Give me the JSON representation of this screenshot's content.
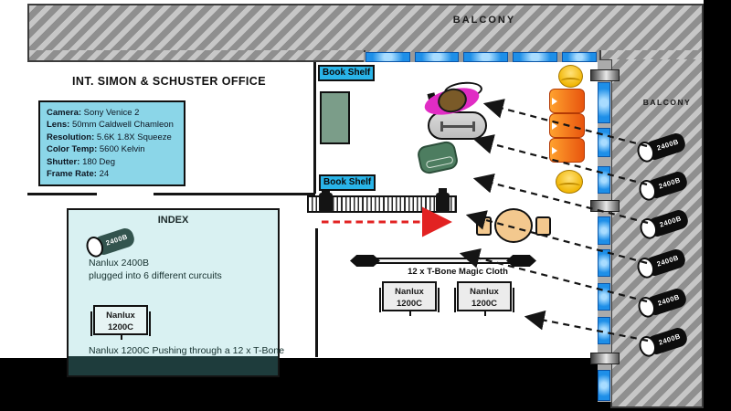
{
  "title": "INT. SIMON & SCHUSTER OFFICE",
  "balcony": {
    "top_label": "BALCONY",
    "right_label": "BALCONY"
  },
  "camera_specs": {
    "rows": [
      {
        "label": "Camera:",
        "value": "Sony Venice 2"
      },
      {
        "label": "Lens:",
        "value": "50mm Caldwell Chamleon"
      },
      {
        "label": "Resolution:",
        "value": "5.6K 1.8X Squeeze"
      },
      {
        "label": "Color Temp:",
        "value": "5600 Kelvin"
      },
      {
        "label": "Shutter:",
        "value": "180 Deg"
      },
      {
        "label": "Frame Rate:",
        "value": "24"
      }
    ]
  },
  "index": {
    "title": "INDEX",
    "light_2400b_label": "2400B",
    "line1": "Nanlux 2400B",
    "line2": "plugged into 6 different curcuits",
    "fixture_name": "Nanlux",
    "fixture_model": "1200C",
    "line3": "Nanlux 1200C Pushing through a 12 x T-Bone"
  },
  "labels": {
    "book_shelf_top": "Book Shelf",
    "book_shelf_bottom": "Book Shelf",
    "tbone": "12 x T-Bone Magic Cloth"
  },
  "lights": {
    "right_2400b": [
      {
        "label": "2400B"
      },
      {
        "label": "2400B"
      },
      {
        "label": "2400B"
      },
      {
        "label": "2400B"
      },
      {
        "label": "2400B"
      },
      {
        "label": "2400B"
      }
    ],
    "floor_1200c": [
      {
        "name": "Nanlux",
        "model": "1200C"
      },
      {
        "name": "Nanlux",
        "model": "1200C"
      }
    ]
  },
  "colors": {
    "window_blue": "#1e8fe8",
    "tag_cyan": "#29b4e8",
    "specs_cyan": "#8bd6e8",
    "index_pale": "#d9f1f2",
    "index_band": "#1e3c3c",
    "sofa_orange": "#e8540e",
    "pouf_yellow": "#f0b400",
    "talent_magenta": "#e02cc4",
    "move_arrow_red": "#e22222",
    "beam_black": "#151515"
  }
}
